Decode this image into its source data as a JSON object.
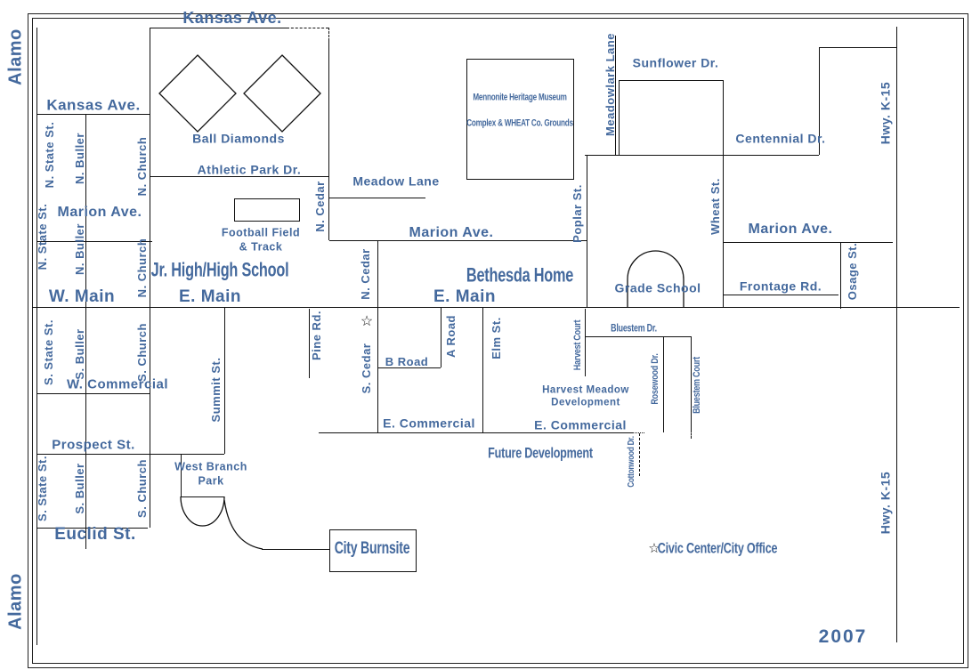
{
  "meta": {
    "year": "2007"
  },
  "colors": {
    "label_blue": "#44699d",
    "line_black": "#111111",
    "background": "#ffffff"
  },
  "symbols": {
    "star": "☆"
  },
  "labels": {
    "alamo_top": "Alamo",
    "alamo_bottom": "Alamo",
    "kansas_ave_top": "Kansas Ave.",
    "kansas_ave_west": "Kansas Ave.",
    "n_state_st_1": "N. State St.",
    "n_state_st_2": "N. State St.",
    "s_state_st_1": "S. State St.",
    "s_state_st_2": "S. State St.",
    "n_buller_1": "N. Buller",
    "n_buller_2": "N. Buller",
    "s_buller_1": "S. Buller",
    "s_buller_2": "S. Buller",
    "n_church_1": "N. Church",
    "n_church_2": "N. Church",
    "s_church_1": "S. Church",
    "s_church_2": "S. Church",
    "marion_ave_west": "Marion Ave.",
    "marion_ave_mid": "Marion Ave.",
    "marion_ave_east": "Marion Ave.",
    "w_main": "W. Main",
    "e_main_1": "E. Main",
    "e_main_2": "E. Main",
    "w_commercial": "W. Commercial",
    "prospect_st": "Prospect St.",
    "euclid_st": "Euclid St.",
    "summit_st": "Summit St.",
    "athletic_park_dr": "Athletic Park Dr.",
    "meadow_lane": "Meadow Lane",
    "n_cedar_1": "N. Cedar",
    "n_cedar_2": "N. Cedar",
    "s_cedar": "S. Cedar",
    "pine_rd": "Pine Rd.",
    "b_road": "B Road",
    "a_road": "A Road",
    "elm_st": "Elm St.",
    "e_commercial_1": "E. Commercial",
    "e_commercial_2": "E. Commercial",
    "harvest_court": "Harvest Court",
    "bluestem_dr": "Bluestem Dr.",
    "rosewood_dr": "Rosewood Dr.",
    "bluestem_court": "Bluestem Court",
    "cottonwood_dr": "Cottonwood Dr.",
    "poplar_st": "Poplar St.",
    "meadowlark_lane": "Meadowlark Lane",
    "sunflower_dr": "Sunflower Dr.",
    "centennial_dr": "Centennial Dr.",
    "wheat_st": "Wheat St.",
    "frontage_rd": "Frontage Rd.",
    "osage_st": "Osage St.",
    "hwy_k15_top": "Hwy. K-15",
    "hwy_k15_bottom": "Hwy. K-15"
  },
  "places": {
    "ball_diamonds": "Ball Diamonds",
    "football_field_track": "Football Field\n& Track",
    "jr_high_high_school": "Jr. High/High School",
    "bethesda_home": "Bethesda Home",
    "mennonite_museum": "Mennonite Heritage Museum\nComplex & WHEAT Co. Grounds",
    "grade_school": "Grade School",
    "harvest_meadow_development": "Harvest Meadow\nDevelopment",
    "future_development": "Future Development",
    "west_branch_park": "West Branch\nPark",
    "city_burnsite": "City Burnsite",
    "civic_center_city_office": "Civic Center/City Office"
  }
}
